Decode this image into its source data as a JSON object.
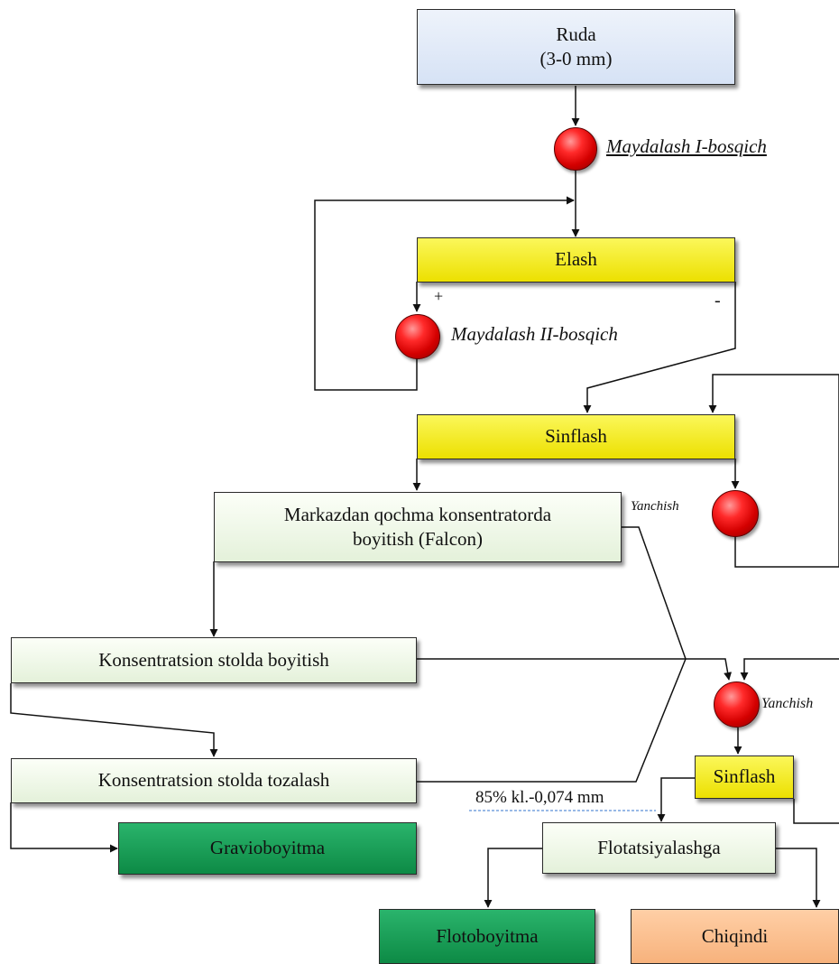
{
  "boxes": {
    "ruda": "Ruda\n(3-0 mm)",
    "elash": "Elash",
    "sinflash_1": "Sinflash",
    "falcon": "Markazdan qochma konsentratorda\nboyitish (Falcon)",
    "stolda_boyitish": "Konsentratsion stolda boyitish",
    "stolda_tozalash": "Konsentratsion stolda tozalash",
    "gravioboyitma": "Gravioboyitma",
    "sinflash_2": "Sinflash",
    "flotatsiyalashga": "Flotatsiyalashga",
    "flotoboyitma": "Flotoboyitma",
    "chiqindi": "Chiqindi"
  },
  "labels": {
    "maydalash_1": "Maydalash I-bosqich",
    "maydalash_2": "Maydalash II-bosqich",
    "yanchish_1": "Yanchish",
    "yanchish_2": "Yanchish",
    "plus": "+",
    "minus": "-",
    "fraction": "85% kl.-0,074 mm"
  },
  "colors": {
    "ruda": "#dde7f6",
    "yellow": "#f4ec00",
    "light_green": "#eef7e6",
    "dark_green": "#139c52",
    "orange": "#fbbf8e",
    "mill": "#e00000"
  }
}
